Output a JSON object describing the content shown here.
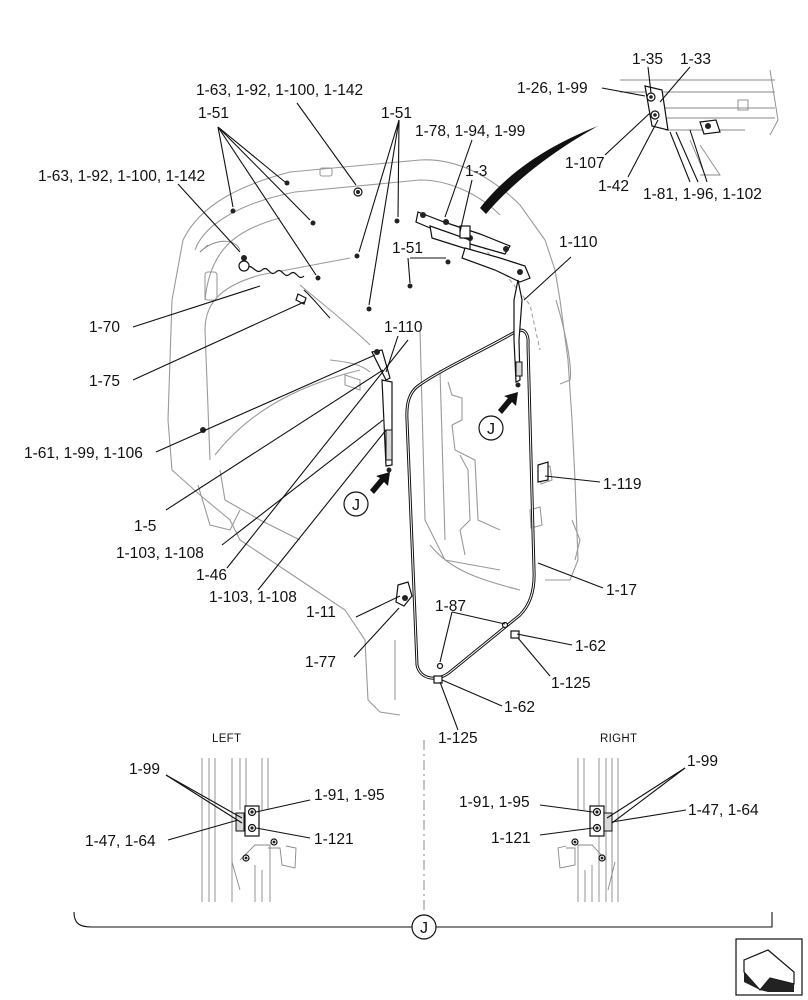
{
  "callouts": {
    "c1": "1-35",
    "c2": "1-33",
    "c3": "1-26, 1-99",
    "c4": "1-107",
    "c5": "1-42",
    "c6": "1-81, 1-96, 1-102",
    "c7": "1-63, 1-92, 1-100, 1-142",
    "c8": "1-51",
    "c9": "1-51",
    "c10": "1-78, 1-94, 1-99",
    "c11": "1-63, 1-92, 1-100, 1-142",
    "c12": "1-3",
    "c13": "1-51",
    "c14": "1-110",
    "c15": "1-70",
    "c16": "1-110",
    "c17": "1-75",
    "c18": "1-61, 1-99, 1-106",
    "c19": "1-119",
    "c20": "1-5",
    "c21": "1-103, 1-108",
    "c22": "1-46",
    "c23": "1-17",
    "c24": "1-103, 1-108",
    "c25": "1-87",
    "c26": "1-11",
    "c27": "1-62",
    "c28": "1-77",
    "c29": "1-125",
    "c30": "1-62",
    "c31": "1-125"
  },
  "view_markers": {
    "j1": "J",
    "j2": "J",
    "j3": "J"
  },
  "detail_left": {
    "title": "LEFT",
    "a": "1-99",
    "b": "1-91, 1-95",
    "c": "1-47, 1-64",
    "d": "1-121"
  },
  "detail_right": {
    "title": "RIGHT",
    "a": "1-99",
    "b": "1-91, 1-95",
    "c": "1-47, 1-64",
    "d": "1-121"
  },
  "icons": {
    "nav": "next-page-arrow-icon"
  }
}
